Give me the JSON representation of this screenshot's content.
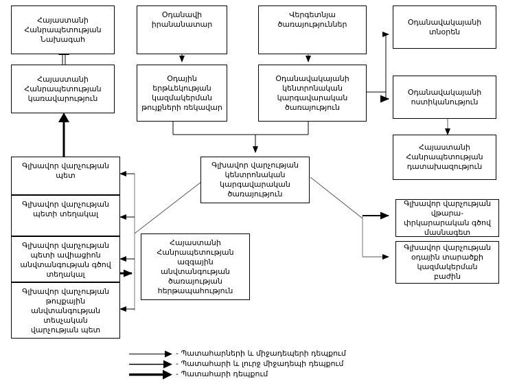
{
  "diagram": {
    "title": "",
    "colors": {
      "line": "#000000",
      "box_border": "#000000",
      "background": "#ffffff",
      "text": "#000000"
    },
    "nodes": [
      {
        "id": "president",
        "label": "Հայաստանի\nՀանրապետության\nՆախագահ"
      },
      {
        "id": "government",
        "label": "Հայաստանի\nՀանրապետության\nկառավարություն"
      },
      {
        "id": "air_incident",
        "label": "Օդանավի\nիրանանատար"
      },
      {
        "id": "air_transport_dept",
        "label": "Օդային\nերթևեկության\nկազմակերման\nթույքների ռեկավար"
      },
      {
        "id": "tax_services",
        "label": "Վերգետնյա\nծառայություններ"
      },
      {
        "id": "air_central_mgmt",
        "label": "Օդանավակայանի\nկենտրոնական\nկարգավարական\nծառայություն"
      },
      {
        "id": "airport_director",
        "label": "Օդանավակայանի\nտնօրեն"
      },
      {
        "id": "airport_police",
        "label": "Օդանավակայանի\nոստիկանություն"
      },
      {
        "id": "prosecutor",
        "label": "Հայաստանի\nՀանրապետության\nդատախազություն"
      },
      {
        "id": "chief_head",
        "label": "Գլխավոր վարչության\nպետ"
      },
      {
        "id": "chief_deputy",
        "label": "Գլխավոր վարչության\nպետի տեղակալ"
      },
      {
        "id": "chief_deputy_flight",
        "label": "Գլխավոր վարչության\nպետի ավիացիոն\nանվտանգության գծով\nտեղակալ"
      },
      {
        "id": "chief_permit_head",
        "label": "Գլխավոր վարչության\nթույքային\nանվտանգության\nտեսչական\nվարչության պետ"
      },
      {
        "id": "central_mgmt_svc",
        "label": "Գլխավոր վարչության\nկենտրոնական\nկարգավարական\nծառայություն"
      },
      {
        "id": "national_aviation",
        "label": "Հայաստանի\nՀանրապետության\nազգային\nանվտանգության\nծառայության\nհերթապահություն"
      },
      {
        "id": "transport_expert",
        "label": "Գլխավոր վարչության\nվթարա-\nփրկարարական գծով\nմասնագետ"
      },
      {
        "id": "air_traffic_dept",
        "label": "Գլխավոր վարչության\nօդային տարածքի\nկազմակերման\nբաժին"
      }
    ],
    "legend": {
      "items": [
        {
          "arrow": "thin-arrow",
          "label": "- Պատահարների և միջադեպերի դեպքում"
        },
        {
          "arrow": "medium-arrow",
          "label": "- Պատահարի և լուրջ միջադեպի դեպքում"
        },
        {
          "arrow": "thick-arrow",
          "label": "- Պատահարի դեպքում"
        }
      ]
    }
  }
}
